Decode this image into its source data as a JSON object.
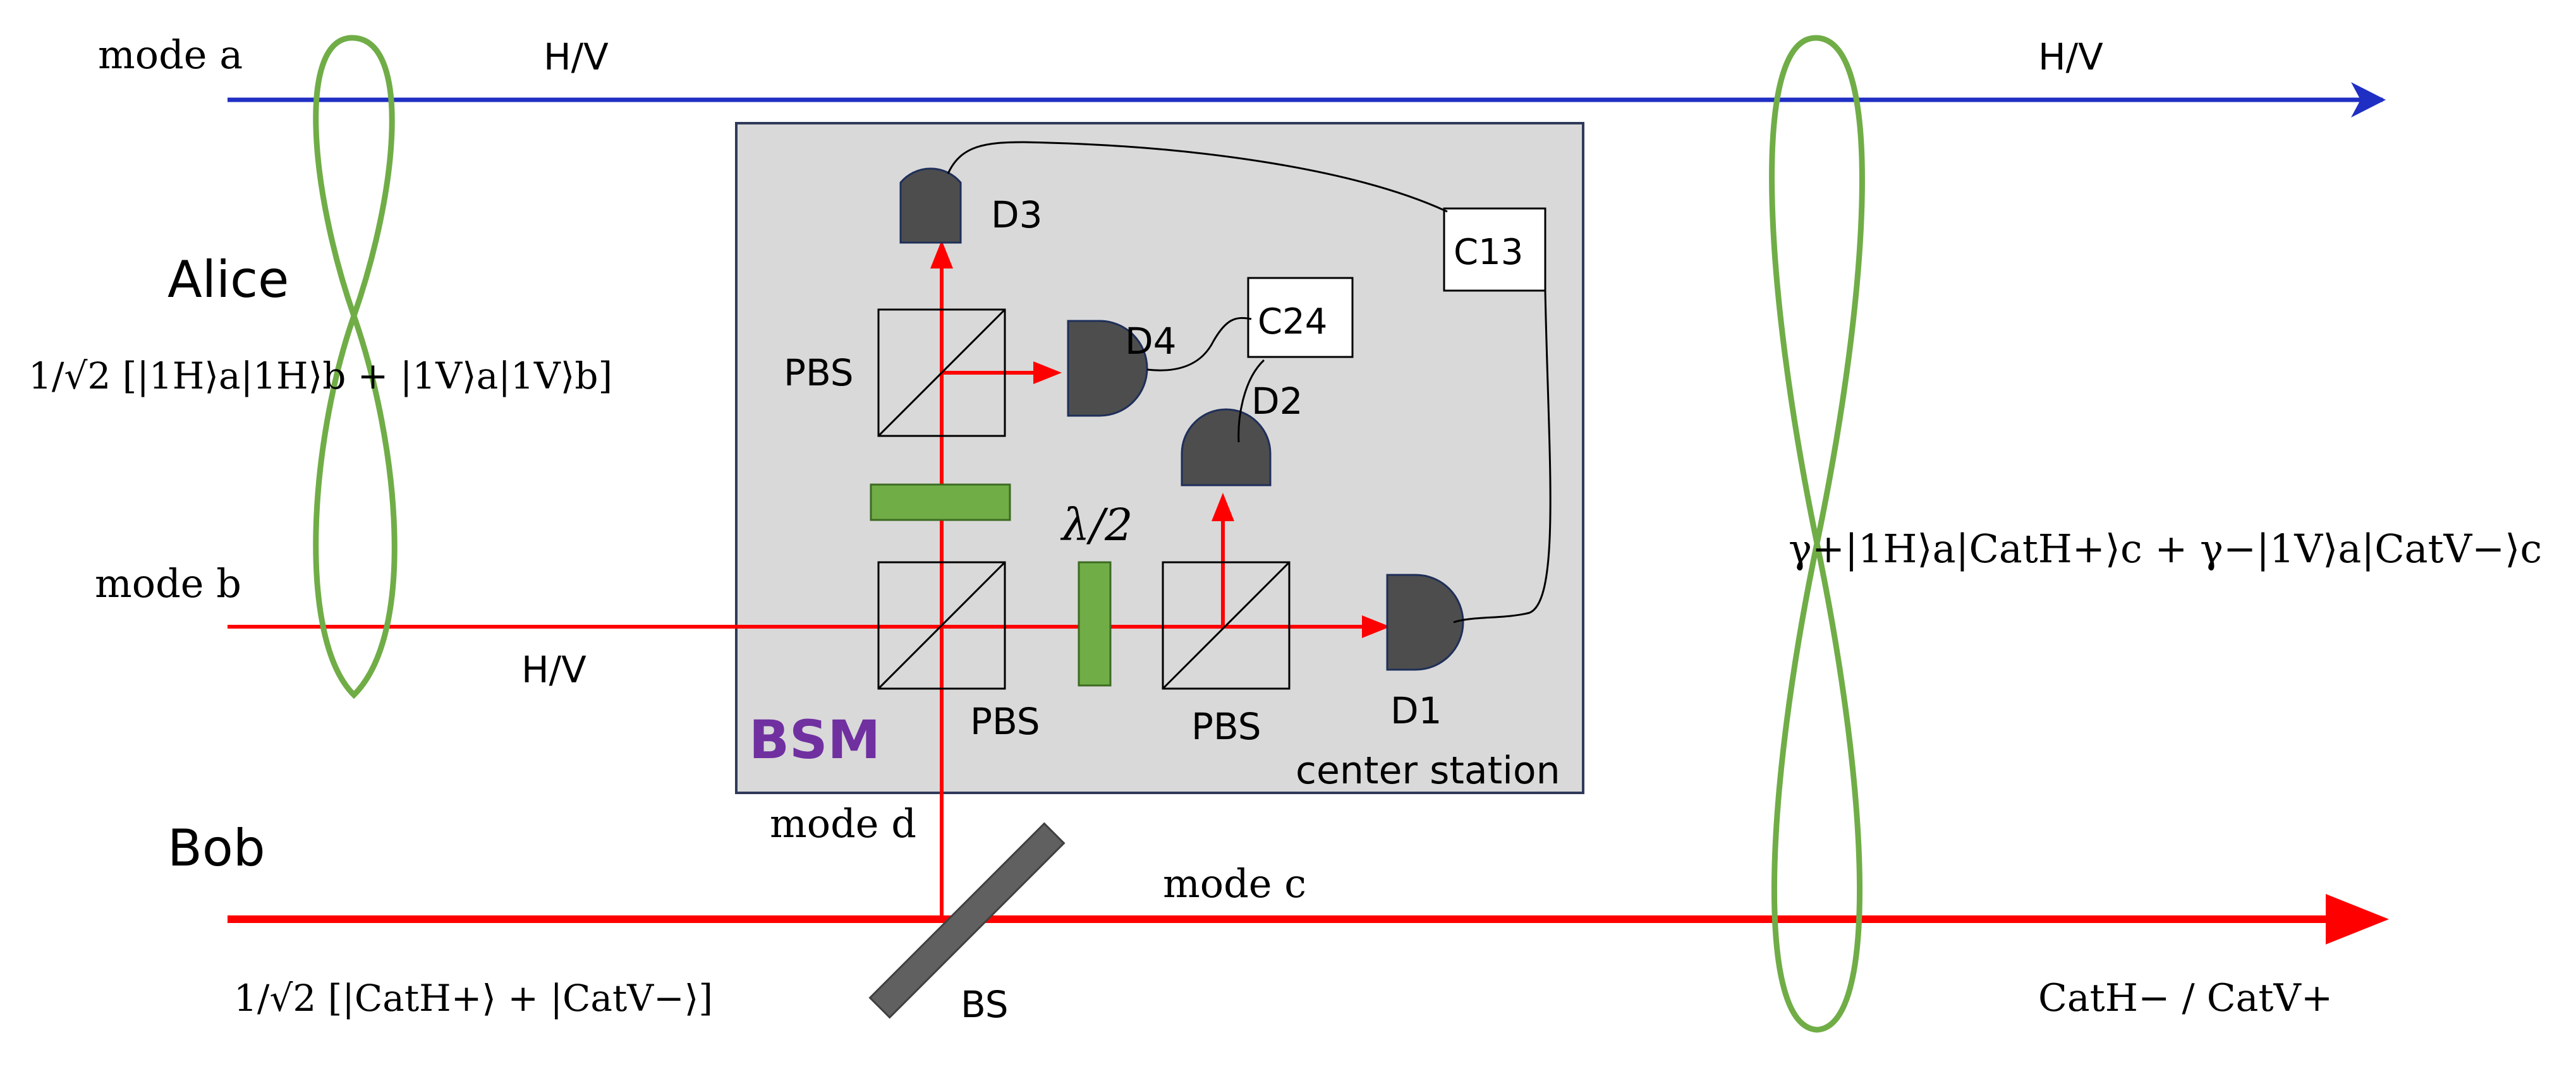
{
  "colors": {
    "blue": "#1f2fc4",
    "red": "#ff0000",
    "green": "#70ad47",
    "station_fill": "#d9d9d9",
    "station_border": "#2f3a5a",
    "detector": "#4d4d4d",
    "bs_plate": "#606060",
    "bsm_text": "#7030a0"
  },
  "labels": {
    "mode_a": "mode a",
    "mode_b": "mode b",
    "mode_c": "mode c",
    "mode_d": "mode d",
    "hv_top_left": "H/V",
    "hv_top_right": "H/V",
    "hv_mode_b": "H/V",
    "alice": "Alice",
    "bob": "Bob",
    "bsm": "BSM",
    "center_station": "center station",
    "bs": "BS",
    "half_wave": "λ/2",
    "pbs_upper": "PBS",
    "pbs_left": "PBS",
    "pbs_right": "PBS",
    "d1": "D1",
    "d2": "D2",
    "d3": "D3",
    "d4": "D4",
    "c13": "C13",
    "c24": "C24"
  },
  "equations": {
    "alice_state": "1/√2 [|1H⟩a|1H⟩b + |1V⟩a|1V⟩b]",
    "bob_state": "1/√2 [|CatH+⟩ + |CatV−⟩]",
    "final_state": "γ+|1H⟩a|CatH+⟩c + γ−|1V⟩a|CatV−⟩c",
    "output_cat": "CatH− / CatV+"
  }
}
